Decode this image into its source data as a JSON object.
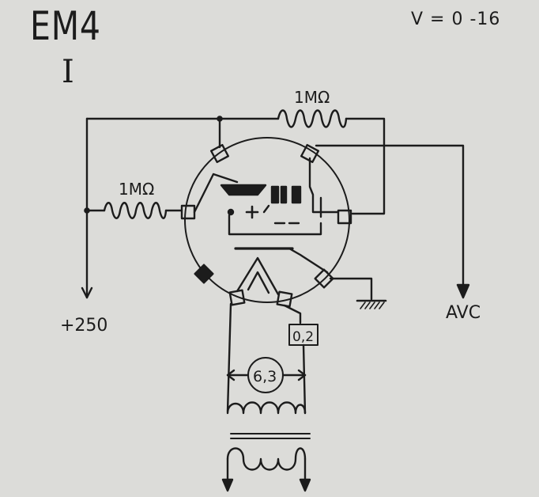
{
  "header": {
    "title": "EM4",
    "subtitle": "I",
    "voltage_range": "V = 0 -16"
  },
  "labels": {
    "resistor_top": "1MΩ",
    "resistor_left": "1MΩ",
    "supply": "+250",
    "avc": "AVC",
    "heater_current": "0,2",
    "heater_voltage": "6,3"
  },
  "colors": {
    "ink": "#1c1c1c",
    "paper": "#dcdcd9"
  }
}
